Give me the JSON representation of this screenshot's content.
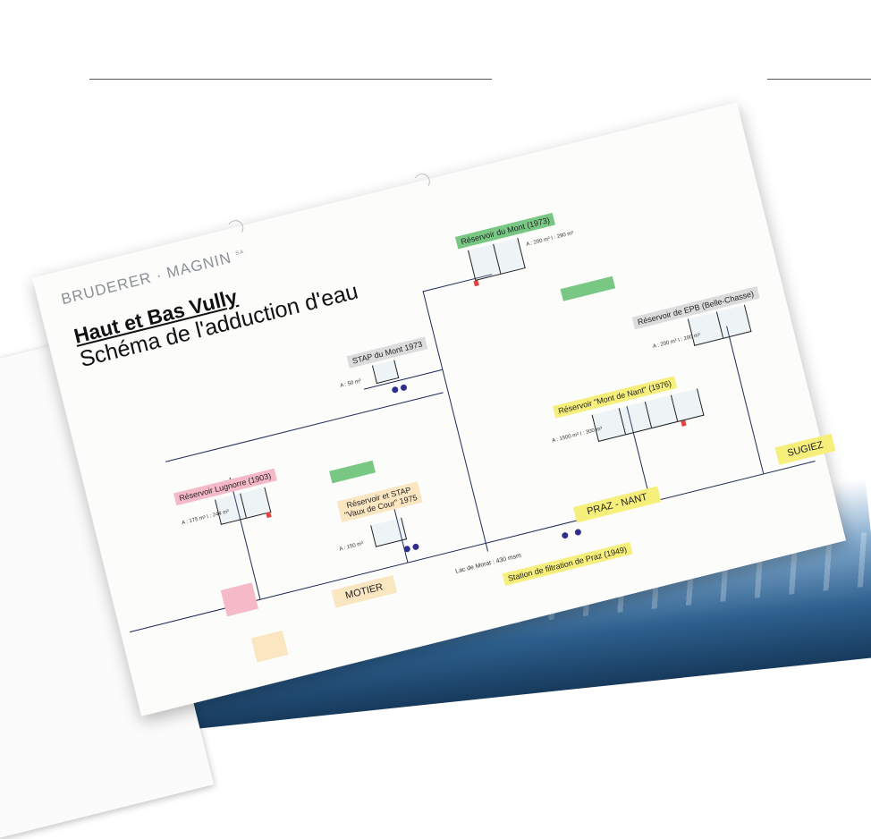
{
  "document": {
    "company": "BRUDERER · MAGNIN",
    "company_suffix": "SA",
    "title_line1": "Haut et Bas Vully",
    "title_line2": "Schéma de l'adduction d'eau"
  },
  "labels": {
    "reservoir_mont": "Réservoir du Mont (1973)",
    "reservoir_mont_vals": "A : 200 m³  I : 290 m³",
    "stap_mont": "STAP du Mont 1973",
    "stap_mont_vals": "A : 50 m³",
    "reservoir_epb": "Réservoir de EPB (Belle-Chasse)",
    "reservoir_epb_vals": "A : 200 m³  I : 200 m³",
    "reservoir_lugnorre": "Réservoir Lugnorre (1903)",
    "reservoir_lugnorre_vals": "A : 175 m³  I : 244 m³",
    "reservoir_vaux": "Réservoir et STAP\n\"Vaux de Cour\" 1975",
    "reservoir_vaux_vals": "A : 150 m³",
    "reservoir_nant": "Réservoir \"Mont de Nant\" (1976)",
    "reservoir_nant_vals": "A : 1500 m³  I : 300 m³",
    "praz_nant": "PRAZ - NANT",
    "sugiez": "SUGIEZ",
    "motier": "MOTIER",
    "lac": "Lac de Morat : 430 msm",
    "station": "Station de filtration de Praz (1949)"
  },
  "colors": {
    "green": "#78c883",
    "pink": "#f5b9c8",
    "yellow": "#f7ef7b",
    "grey": "#dcdcdc",
    "peach": "#fbe6c2",
    "pipe": "#1f2a55"
  }
}
